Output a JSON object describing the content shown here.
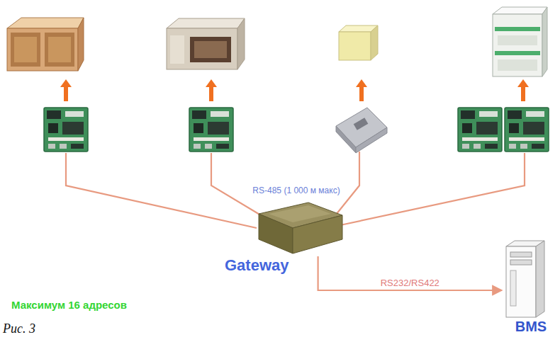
{
  "diagram": {
    "caption": "Рис. 3",
    "nodes": [
      {
        "text": [
          "Gateway"
        ]
      },
      {
        "text": [
          "BMS"
        ]
      }
    ],
    "edges": [
      {
        "from": 0,
        "to": 1,
        "label": "RS232/RS422",
        "arrow": "to"
      }
    ],
    "labels": [
      "RS-485 (1 000 м макс)",
      "Максимум 16 адресов"
    ]
  }
}
